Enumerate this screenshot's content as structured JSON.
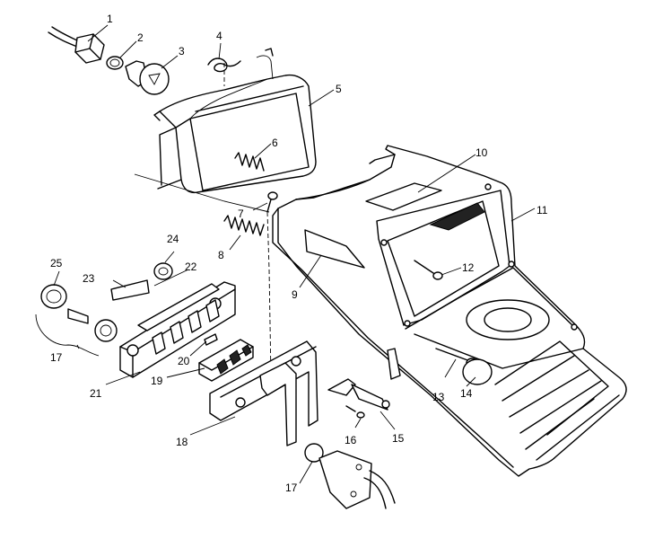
{
  "callouts": [
    {
      "id": "1",
      "label": "1"
    },
    {
      "id": "2",
      "label": "2"
    },
    {
      "id": "3",
      "label": "3"
    },
    {
      "id": "4",
      "label": "4"
    },
    {
      "id": "5",
      "label": "5"
    },
    {
      "id": "6",
      "label": "6"
    },
    {
      "id": "7",
      "label": "7"
    },
    {
      "id": "8",
      "label": "8"
    },
    {
      "id": "9",
      "label": "9"
    },
    {
      "id": "10",
      "label": "10"
    },
    {
      "id": "11",
      "label": "11"
    },
    {
      "id": "12",
      "label": "12"
    },
    {
      "id": "13",
      "label": "13"
    },
    {
      "id": "14",
      "label": "14"
    },
    {
      "id": "15",
      "label": "15"
    },
    {
      "id": "16",
      "label": "16"
    },
    {
      "id": "17a",
      "label": "17"
    },
    {
      "id": "17b",
      "label": "17"
    },
    {
      "id": "18",
      "label": "18"
    },
    {
      "id": "19",
      "label": "19"
    },
    {
      "id": "20",
      "label": "20"
    },
    {
      "id": "21",
      "label": "21"
    },
    {
      "id": "22",
      "label": "22"
    },
    {
      "id": "23",
      "label": "23"
    },
    {
      "id": "24",
      "label": "24"
    },
    {
      "id": "25",
      "label": "25"
    }
  ]
}
